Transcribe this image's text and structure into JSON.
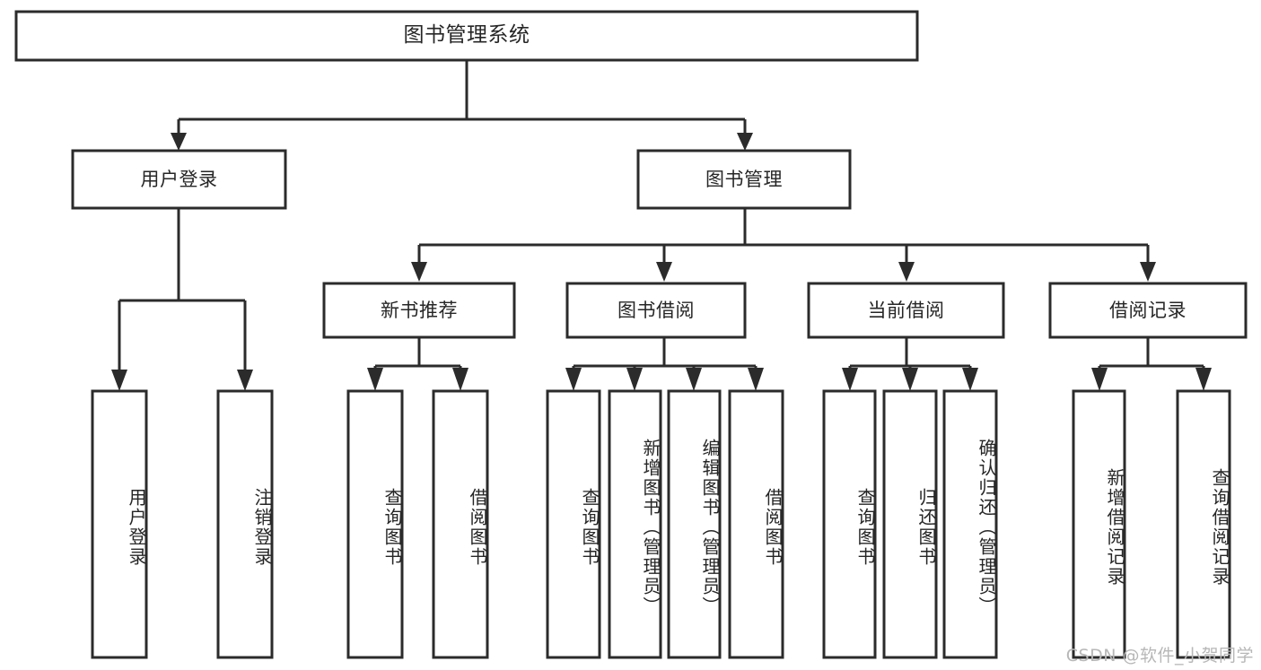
{
  "diagram": {
    "type": "tree-hierarchy-chart",
    "title": "图书管理系统",
    "watermark": "CSDN @软件_小贺同学",
    "colors": {
      "stroke": "#2b2b2b",
      "fill": "#ffffff",
      "text": "#262626",
      "watermark": "#b7b7b7"
    },
    "levels": [
      {
        "level": 1,
        "nodes": [
          {
            "id": "root",
            "label": "图书管理系统",
            "orientation": "horizontal"
          }
        ]
      },
      {
        "level": 2,
        "nodes": [
          {
            "id": "user-login",
            "label": "用户登录",
            "orientation": "horizontal",
            "parent": "root"
          },
          {
            "id": "book-manage",
            "label": "图书管理",
            "orientation": "horizontal",
            "parent": "root"
          }
        ]
      },
      {
        "level": 3,
        "nodes": [
          {
            "id": "new-book-rec",
            "label": "新书推荐",
            "orientation": "horizontal",
            "parent": "book-manage"
          },
          {
            "id": "book-borrow",
            "label": "图书借阅",
            "orientation": "horizontal",
            "parent": "book-manage"
          },
          {
            "id": "current-borrow",
            "label": "当前借阅",
            "orientation": "horizontal",
            "parent": "book-manage"
          },
          {
            "id": "borrow-record",
            "label": "借阅记录",
            "orientation": "horizontal",
            "parent": "book-manage"
          }
        ]
      },
      {
        "level": 4,
        "nodes": [
          {
            "id": "leaf-user-login",
            "label": "用户登录",
            "orientation": "vertical",
            "parent": "user-login"
          },
          {
            "id": "leaf-logout-login",
            "label": "注销登录",
            "orientation": "vertical",
            "parent": "user-login"
          },
          {
            "id": "leaf-query-book-1",
            "label": "查询图书",
            "orientation": "vertical",
            "parent": "new-book-rec"
          },
          {
            "id": "leaf-borrow-book-1",
            "label": "借阅图书",
            "orientation": "vertical",
            "parent": "new-book-rec"
          },
          {
            "id": "leaf-query-book-2",
            "label": "查询图书",
            "orientation": "vertical",
            "parent": "book-borrow"
          },
          {
            "id": "leaf-add-book",
            "label": "新增图书（管理员）",
            "orientation": "vertical",
            "parent": "book-borrow"
          },
          {
            "id": "leaf-edit-book",
            "label": "编辑图书（管理员）",
            "orientation": "vertical",
            "parent": "book-borrow"
          },
          {
            "id": "leaf-borrow-book-2",
            "label": "借阅图书",
            "orientation": "vertical",
            "parent": "book-borrow"
          },
          {
            "id": "leaf-query-book-3",
            "label": "查询图书",
            "orientation": "vertical",
            "parent": "current-borrow"
          },
          {
            "id": "leaf-return-book",
            "label": "归还图书",
            "orientation": "vertical",
            "parent": "current-borrow"
          },
          {
            "id": "leaf-confirm-return",
            "label": "确认归还（管理员）",
            "orientation": "vertical",
            "parent": "current-borrow"
          },
          {
            "id": "leaf-add-record",
            "label": "新增借阅记录",
            "orientation": "vertical",
            "parent": "borrow-record"
          },
          {
            "id": "leaf-query-record",
            "label": "查询借阅记录",
            "orientation": "vertical",
            "parent": "borrow-record"
          }
        ]
      }
    ],
    "labels": {
      "root": "图书管理系统",
      "user_login": "用户登录",
      "book_manage": "图书管理",
      "new_book_rec": "新书推荐",
      "book_borrow": "图书借阅",
      "current_borrow": "当前借阅",
      "borrow_record": "借阅记录",
      "leaf_user_login": "用户登录",
      "leaf_logout_login": "注销登录",
      "leaf_query_book_1": "查询图书",
      "leaf_borrow_book_1": "借阅图书",
      "leaf_query_book_2": "查询图书",
      "leaf_add_book": "新增图书（管理员）",
      "leaf_edit_book": "编辑图书（管理员）",
      "leaf_borrow_book_2": "借阅图书",
      "leaf_query_book_3": "查询图书",
      "leaf_return_book": "归还图书",
      "leaf_confirm_return": "确认归还（管理员）",
      "leaf_add_record": "新增借阅记录",
      "leaf_query_record": "查询借阅记录"
    }
  }
}
